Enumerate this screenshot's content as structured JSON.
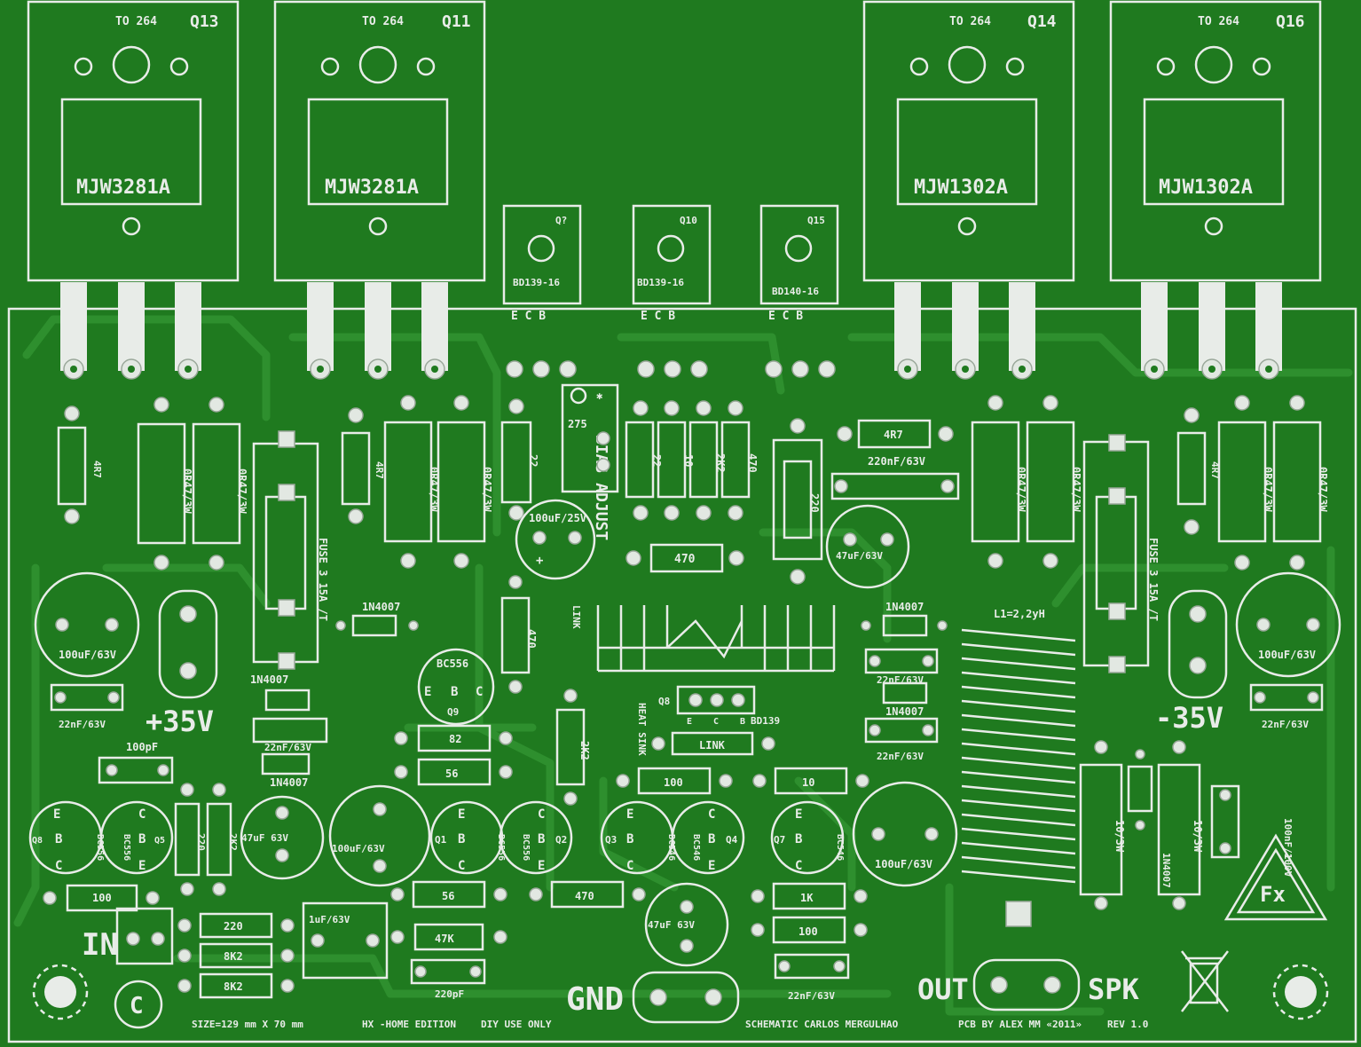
{
  "colors": {
    "board": "#1f7a1f",
    "track": "#2e8f2e",
    "silkscreen": "#e8ece8",
    "background": "#ffffff"
  },
  "power_transistors": [
    {
      "ref": "Q13",
      "package": "TO 264",
      "part": "MJW3281A"
    },
    {
      "ref": "Q11",
      "package": "TO 264",
      "part": "MJW3281A"
    },
    {
      "ref": "Q14",
      "package": "TO 264",
      "part": "MJW1302A"
    },
    {
      "ref": "Q16",
      "package": "TO 264",
      "part": "MJW1302A"
    }
  ],
  "driver_transistors": [
    {
      "ref": "Q?",
      "part": "BD139-16",
      "pins": "E C B"
    },
    {
      "ref": "Q10",
      "part": "BD139-16",
      "pins": "E C B"
    },
    {
      "ref": "Q15",
      "part": "BD140-16",
      "pins": "E C B"
    }
  ],
  "resistors": {
    "r4r7": "4R7",
    "r0r47": "0R47/3W",
    "r22": "22",
    "r10": "10",
    "r2k2": "2K2",
    "r470": "470",
    "r220": "220",
    "r82": "82",
    "r56": "56",
    "r100": "100",
    "r47k": "47K",
    "r8k2": "8K2",
    "r1k": "1K",
    "r10_3w": "10/3W"
  },
  "capacitors": {
    "c100u25": "100uF/25V",
    "c220n63": "220nF/63V",
    "c47u63": "47uF/63V",
    "c100u63": "100uF/63V",
    "c22n63": "22nF/63V",
    "c100p": "100pF",
    "c47u63b": "47uF 63V",
    "c1u63": "1uF/63V",
    "c220p": "220pF",
    "c100n100": "100nF/100V"
  },
  "misc": {
    "bias_adjust": "BIAS ADJUST",
    "trimmer": "275",
    "fuse": "FUSE 3 15A /T",
    "diode": "1N4007",
    "link": "LINK",
    "heat_sink": "HEAT SINK",
    "q8": "Q8",
    "q8_part": "BD139",
    "q8_pins": [
      "E",
      "C",
      "B"
    ],
    "inductor": "L1=2,2yH",
    "plus35": "+35V",
    "minus35": "-35V",
    "in": "IN",
    "gnd": "GND",
    "out": "OUT",
    "spk": "SPK",
    "copyright": "C",
    "logo": "Fx"
  },
  "small_transistors": {
    "q9": {
      "ref": "Q9",
      "part": "BC556",
      "pins": [
        "E",
        "B",
        "C"
      ]
    },
    "q8s": {
      "ref": "Q8",
      "part": "BC556",
      "pins": [
        "E",
        "B",
        "C"
      ]
    },
    "q5": {
      "ref": "Q5",
      "part": "BC556",
      "pins": [
        "C",
        "B",
        "E"
      ]
    },
    "q1": {
      "ref": "Q1",
      "part": "BC556",
      "pins": [
        "E",
        "B",
        "C"
      ]
    },
    "q2": {
      "ref": "Q2",
      "part": "BC556",
      "pins": [
        "C",
        "B",
        "E"
      ]
    },
    "q3": {
      "ref": "Q3",
      "part": "BC546",
      "pins": [
        "E",
        "B",
        "C"
      ]
    },
    "q4": {
      "ref": "Q4",
      "part": "BC546",
      "pins": [
        "C",
        "B",
        "E"
      ]
    },
    "q7": {
      "ref": "Q7",
      "part": "BC546",
      "pins": [
        "E",
        "B",
        "C"
      ]
    }
  },
  "footer": {
    "size": "SIZE=129 mm X 70 mm",
    "edition": "HX -HOME EDITION",
    "diy": "DIY USE ONLY",
    "schematic": "SCHEMATIC CARLOS MERGULHAO",
    "pcb": "PCB BY ALEX MM «2011»",
    "rev": "REV 1.0"
  }
}
